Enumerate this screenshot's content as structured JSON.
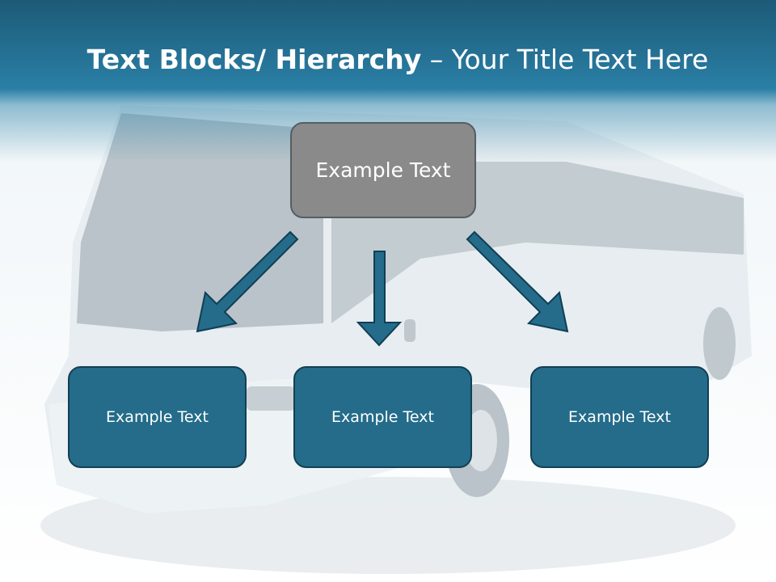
{
  "slide": {
    "title_bold": "Text Blocks/ Hierarchy",
    "title_rest": " – Your Title Text Here"
  },
  "diagram": {
    "type": "hierarchy",
    "root": {
      "label": "Example Text"
    },
    "children": [
      {
        "label": "Example Text"
      },
      {
        "label": "Example Text"
      },
      {
        "label": "Example Text"
      }
    ]
  },
  "colors": {
    "header": "#2a7fa6",
    "root_box": "#8a8a8a",
    "child_box": "#246c8a",
    "arrow": "#246c8a"
  },
  "background_image": "bus"
}
